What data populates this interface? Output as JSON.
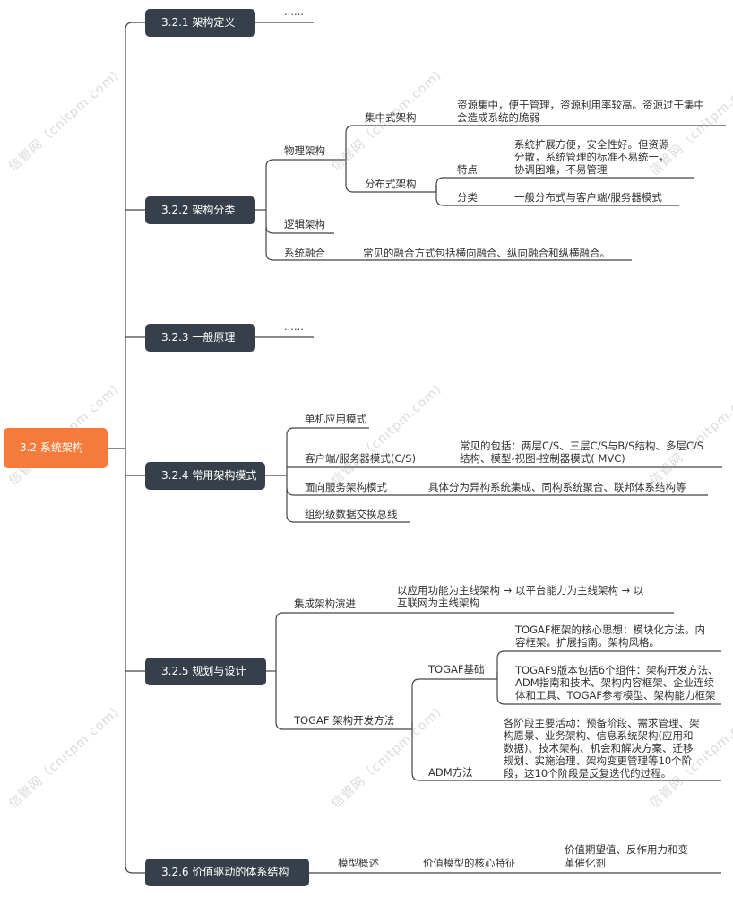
{
  "root": "3.2 系统架构",
  "watermark": "信管网（cnitpm.com)",
  "nodes": [
    {
      "label": "3.2.1 架构定义",
      "children_text": "......"
    },
    {
      "label": "3.2.2 架构分类"
    },
    {
      "label": "3.2.3 一般原理",
      "children_text": "......"
    },
    {
      "label": "3.2.4 常用架构模式"
    },
    {
      "label": "3.2.5 规划与设计"
    },
    {
      "label": "3.2.6 价值驱动的体系结构"
    }
  ],
  "classification": {
    "physical": "物理架构",
    "centralized": "集中式架构",
    "centralized_desc": [
      "资源集中，便于管理，资源利用率较高。资源过于集中",
      "会造成系统的脆弱"
    ],
    "distributed": "分布式架构",
    "features": "特点",
    "features_desc": [
      "系统扩展方便，安全性好。但资源",
      "分散，系统管理的标准不易统一，",
      "协调困难，不易管理"
    ],
    "categories": "分类",
    "categories_desc": "一般分布式与客户端/服务器模式",
    "logical": "逻辑架构",
    "fusion": "系统融合",
    "fusion_desc": "常见的融合方式包括横向融合、纵向融合和纵横融合。"
  },
  "patterns": {
    "standalone": "单机应用模式",
    "cs": "客户端/服务器模式(C/S)",
    "cs_desc": [
      "常见的包括：两层C/S、三层C/S与B/S结构、多层C/S",
      "结构、模型-视图-控制器模式( MVC)"
    ],
    "soa": "面向服务架构模式",
    "soa_desc": "具体分为异构系统集成、同构系统聚合、联邦体系结构等",
    "bus": "组织级数据交换总线"
  },
  "planning": {
    "evolution": "集成架构演进",
    "evolution_desc": [
      "以应用功能为主线架构 → 以平台能力为主线架构 → 以",
      "互联网为主线架构"
    ],
    "togaf_method": "TOGAF 架构开发方法",
    "togaf_basics": "TOGAF基础",
    "togaf_core": [
      "TOGAF框架的核心思想：模块化方法。内",
      "容框架。扩展指南。架构风格。"
    ],
    "togaf9": [
      "TOGAF9版本包括6个组件：架构开发方法、",
      "ADM指南和技术、架构内容框架、企业连续",
      "体和工具、TOGAF参考模型、架构能力框架"
    ],
    "adm": "ADM方法",
    "adm_desc": [
      "各阶段主要活动：预备阶段、需求管理、架",
      "构愿景、业务架构、信息系统架构(应用和",
      "数据)、技术架构、机会和解决方案、迁移",
      "规划、实施治理、架构变更管理等10个阶",
      "段，这10个阶段是反复迭代的过程。"
    ]
  },
  "value": {
    "overview": "模型概述",
    "core": "价值模型的核心特征",
    "core_desc": [
      "价值期望值、反作用力和变",
      "革催化剂"
    ]
  }
}
